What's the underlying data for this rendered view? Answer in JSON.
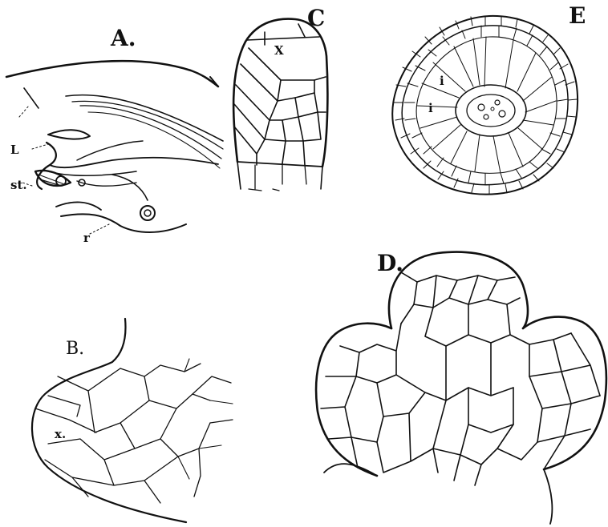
{
  "figure": {
    "panels": {
      "A": {
        "label": "A.",
        "annotations": [
          "L",
          "st.",
          "r"
        ]
      },
      "B": {
        "label": "B.",
        "cell_label": "x."
      },
      "C": {
        "label": "C",
        "cell_label": "X"
      },
      "D": {
        "label": "D."
      },
      "E": {
        "label": "E",
        "annotations": [
          "i",
          "i"
        ]
      }
    }
  }
}
